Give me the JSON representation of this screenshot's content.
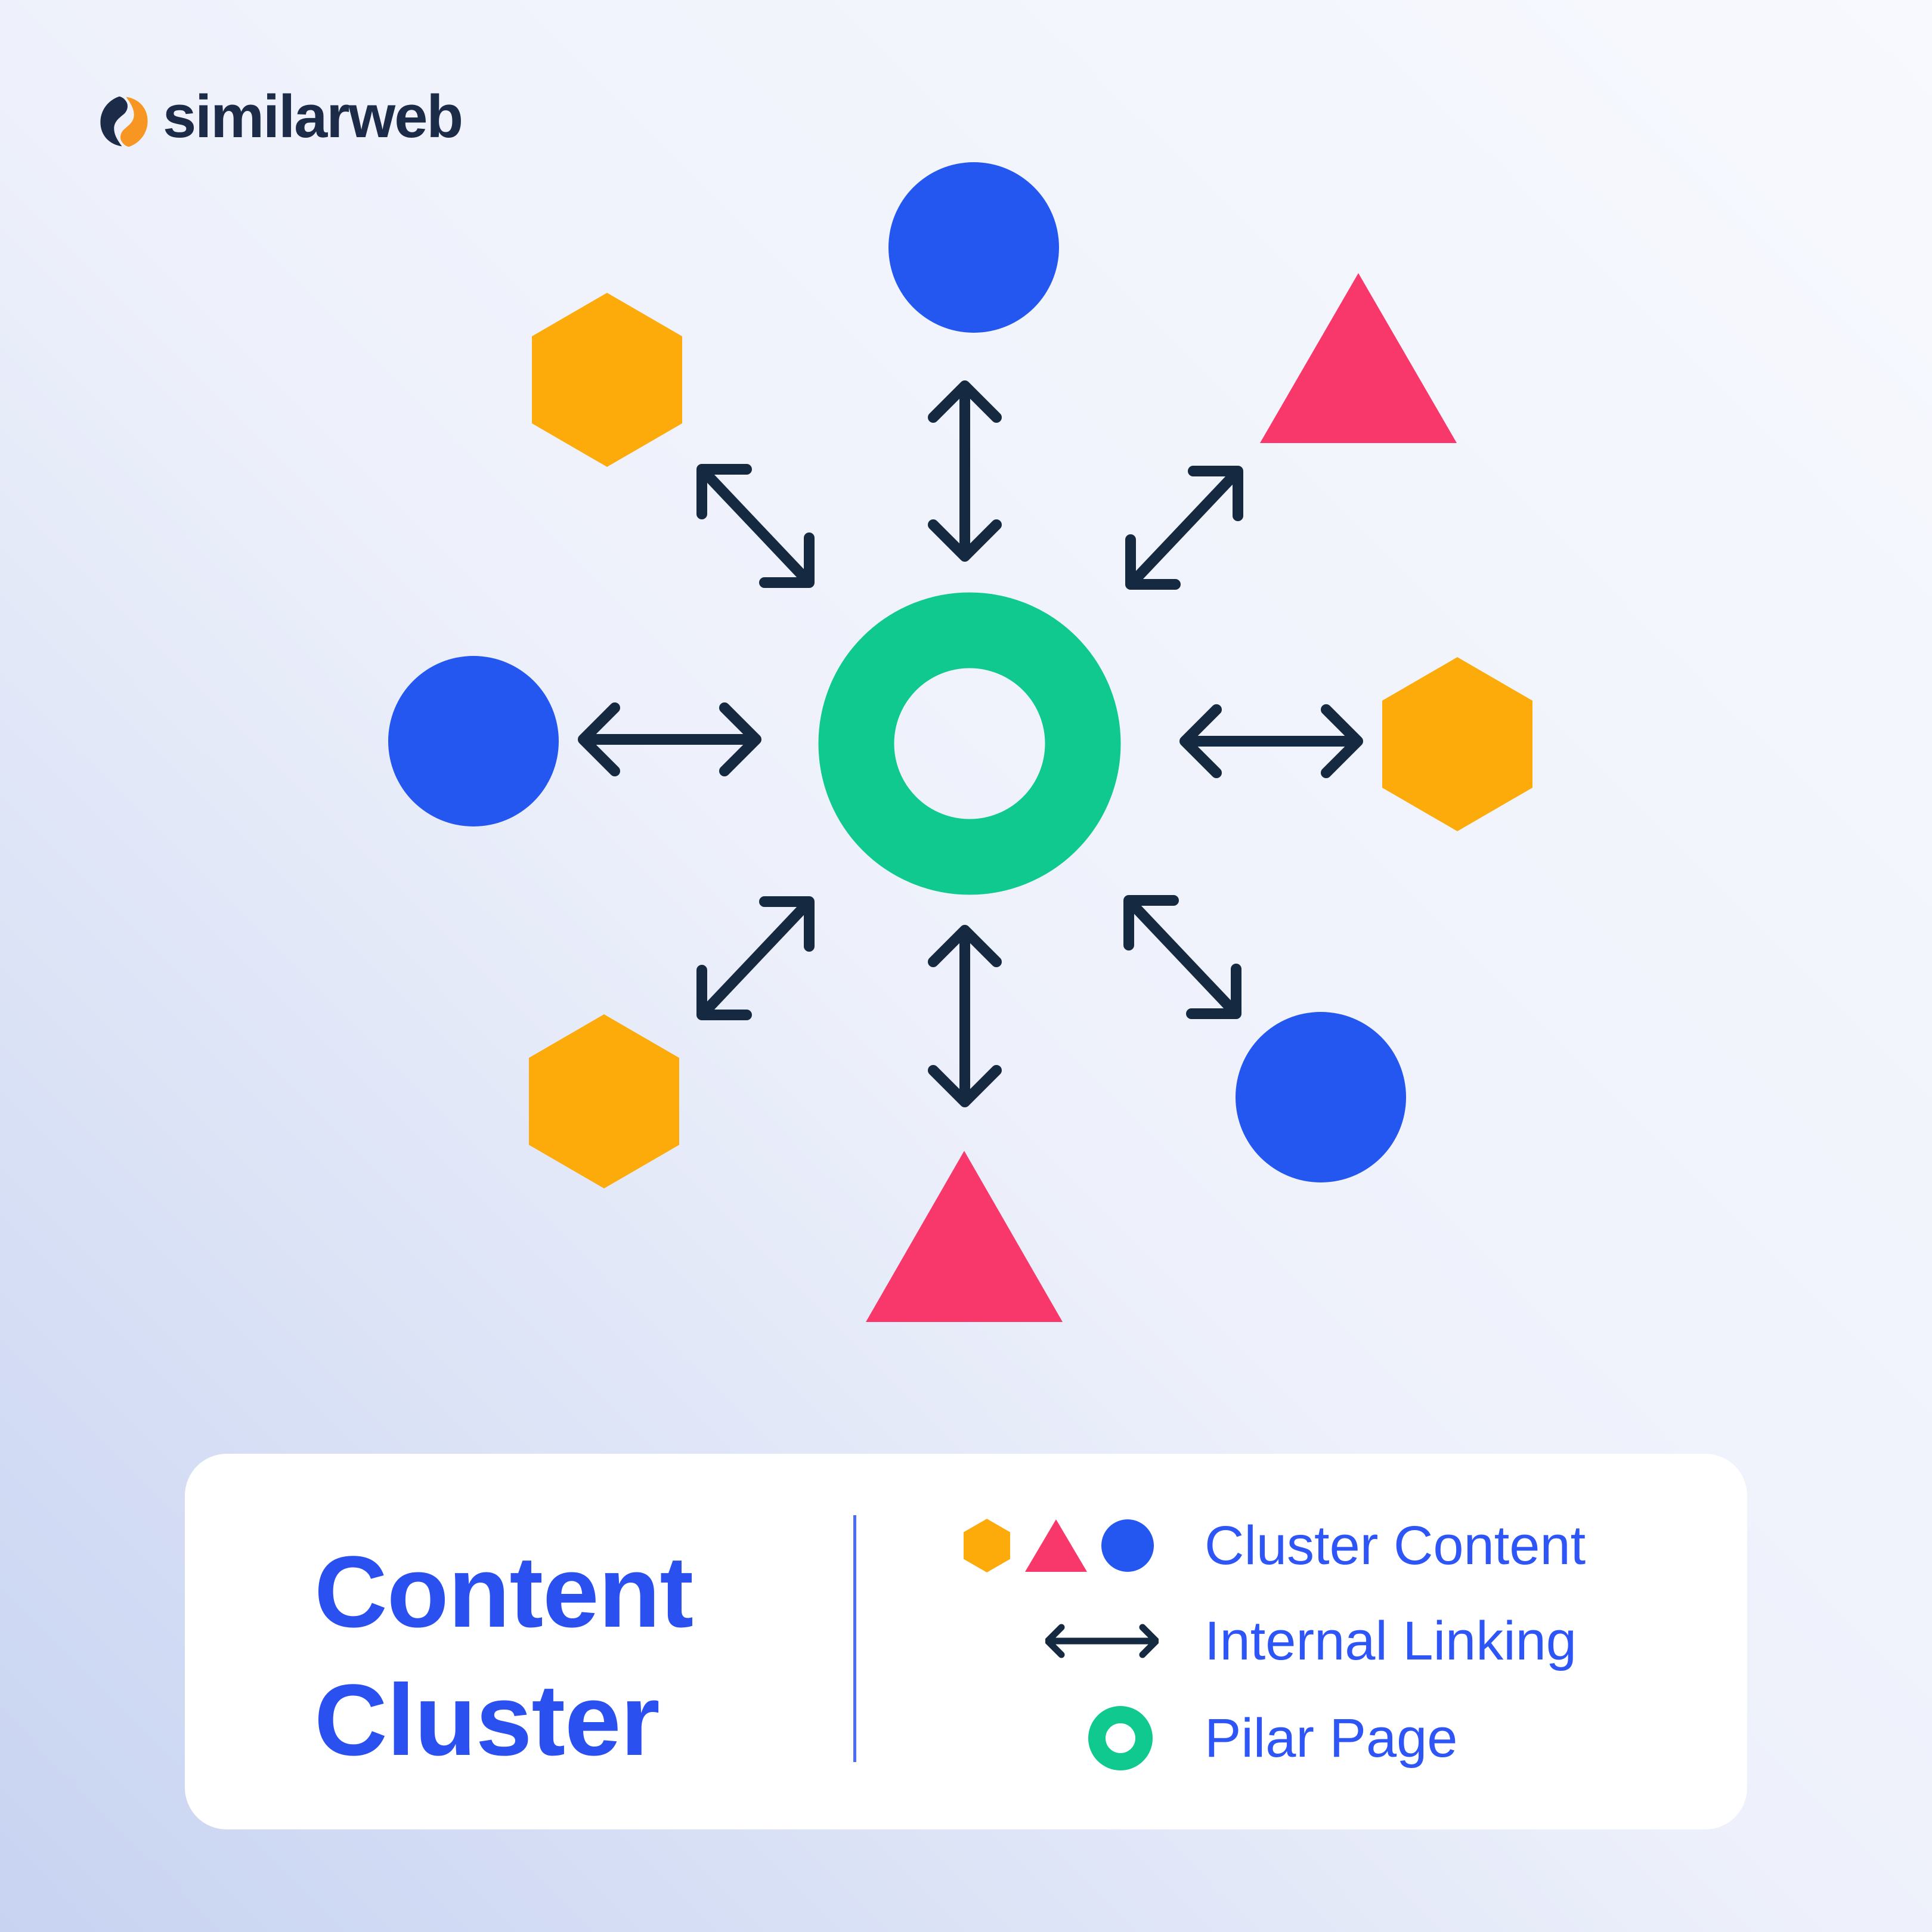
{
  "logo": {
    "brand": "similarweb"
  },
  "colors": {
    "background_top": "#f7f9fe",
    "background_bottom": "#c7d3f1",
    "navy": "#152a40",
    "logo_navy": "#1b2b48",
    "logo_orange": "#f79623",
    "blue": "#2456f0",
    "amber": "#fcab0a",
    "pink": "#f8386b",
    "green": "#10c98e",
    "title_blue": "#2b50f0",
    "label_blue": "#2e56f6",
    "card_bg": "#ffffff",
    "divider_blue": "#4b6cf5"
  },
  "diagram": {
    "center": {
      "icon": "pillar-page-ring-icon",
      "color": "green"
    },
    "satellites": [
      {
        "icon": "circle-icon",
        "position": "top",
        "color": "blue"
      },
      {
        "icon": "hexagon-icon",
        "position": "top-left",
        "color": "amber"
      },
      {
        "icon": "triangle-icon",
        "position": "top-right",
        "color": "pink"
      },
      {
        "icon": "circle-icon",
        "position": "left",
        "color": "blue"
      },
      {
        "icon": "hexagon-icon",
        "position": "right",
        "color": "amber"
      },
      {
        "icon": "hexagon-icon",
        "position": "bottom-left",
        "color": "amber"
      },
      {
        "icon": "triangle-icon",
        "position": "bottom",
        "color": "pink"
      },
      {
        "icon": "circle-icon",
        "position": "bottom-right",
        "color": "blue"
      }
    ],
    "connector_icon": "double-arrow-icon",
    "connector_count": 8
  },
  "legend": {
    "title_line1": "Content",
    "title_line2": "Cluster",
    "items": [
      {
        "icons": [
          "hexagon-icon",
          "triangle-icon",
          "circle-icon"
        ],
        "label": "Cluster Content"
      },
      {
        "icons": [
          "double-arrow-icon"
        ],
        "label": "Internal Linking"
      },
      {
        "icons": [
          "ring-icon"
        ],
        "label": "Pilar Page"
      }
    ]
  }
}
